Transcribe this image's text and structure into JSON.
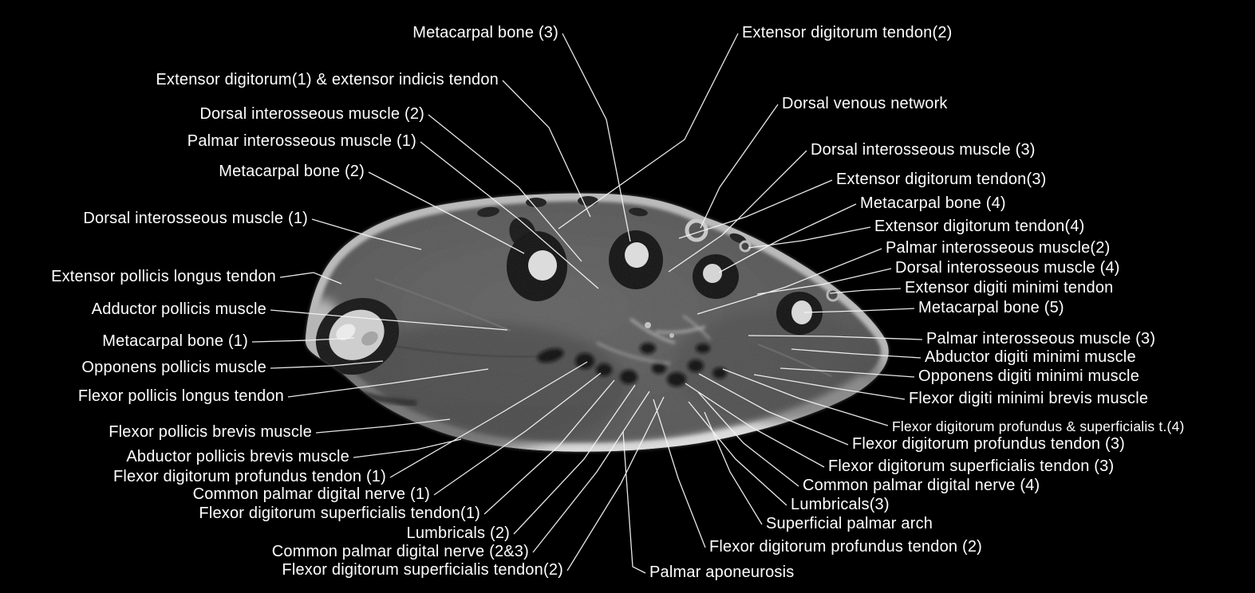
{
  "figure": {
    "labels_left": [
      {
        "text": "Metacarpal bone (3)"
      },
      {
        "text": "Extensor digitorum(1) & extensor indicis tendon"
      },
      {
        "text": "Dorsal interosseous muscle (2)"
      },
      {
        "text": "Palmar interosseous muscle (1)"
      },
      {
        "text": "Metacarpal bone (2)"
      },
      {
        "text": "Dorsal interosseous muscle (1)"
      },
      {
        "text": "Extensor pollicis longus tendon"
      },
      {
        "text": "Adductor pollicis muscle"
      },
      {
        "text": "Metacarpal bone (1)"
      },
      {
        "text": "Opponens pollicis muscle"
      },
      {
        "text": "Flexor pollicis longus tendon"
      },
      {
        "text": "Flexor pollicis brevis muscle"
      },
      {
        "text": "Abductor pollicis brevis muscle"
      },
      {
        "text": "Flexor digitorum profundus tendon (1)"
      },
      {
        "text": "Common palmar digital nerve (1)"
      },
      {
        "text": "Flexor digitorum superficialis tendon(1)"
      },
      {
        "text": "Lumbricals (2)"
      },
      {
        "text": "Common palmar digital nerve (2&3)"
      },
      {
        "text": "Flexor digitorum superficialis tendon(2)"
      },
      {
        "text": "Palmar aponeurosis"
      }
    ],
    "labels_right": [
      {
        "text": "Extensor digitorum tendon(2)"
      },
      {
        "text": "Dorsal venous network"
      },
      {
        "text": "Dorsal interosseous muscle (3)"
      },
      {
        "text": "Extensor digitorum tendon(3)"
      },
      {
        "text": "Metacarpal bone (4)"
      },
      {
        "text": "Extensor digitorum tendon(4)"
      },
      {
        "text": "Palmar interosseous muscle(2)"
      },
      {
        "text": "Dorsal interosseous muscle (4)"
      },
      {
        "text": "Extensor digiti minimi tendon"
      },
      {
        "text": "Metacarpal bone (5)"
      },
      {
        "text": "Palmar interosseous muscle (3)"
      },
      {
        "text": "Abductor digiti minimi muscle"
      },
      {
        "text": "Opponens digiti minimi muscle"
      },
      {
        "text": "Flexor digiti minimi brevis muscle"
      },
      {
        "text": "Flexor digitorum profundus & superficialis t.(4)"
      },
      {
        "text": "Flexor digitorum profundus tendon (3)"
      },
      {
        "text": "Flexor digitorum superficialis tendon (3)"
      },
      {
        "text": "Common palmar digital nerve (4)"
      },
      {
        "text": "Lumbricals(3)"
      },
      {
        "text": "Superficial palmar arch"
      },
      {
        "text": "Flexor digitorum profundus tendon (2)"
      }
    ],
    "colors": {
      "background": "#000000",
      "label_text": "#ffffff",
      "leader_line": "#f5f5f5",
      "muscle_gray": "#555555",
      "fat_rim": "#c4c4c4",
      "bone_cortex": "#111111",
      "bone_marrow": "#dddddd"
    }
  }
}
